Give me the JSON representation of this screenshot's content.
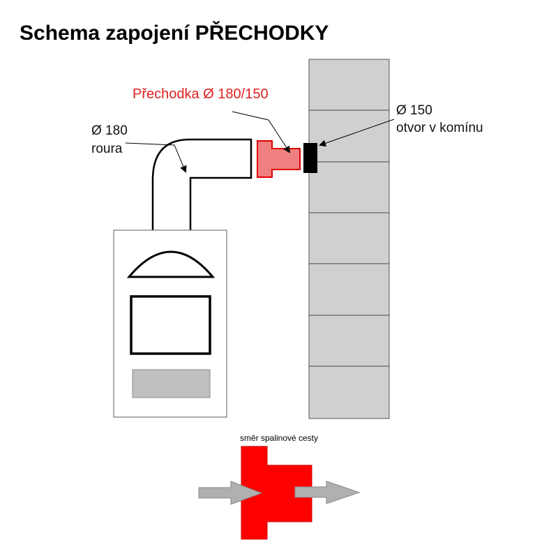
{
  "title": "Schema zapojení PŘECHODKY",
  "labels": {
    "adapter": "Přechodka Ø 180/150",
    "pipe_diameter": "Ø 180",
    "pipe_name": "roura",
    "opening_diameter": "Ø 150",
    "opening_name": "otvor v komínu",
    "flow_direction": "směr spalinové cesty"
  },
  "colors": {
    "adapter_fill": "#f08080",
    "adapter_stroke": "#e00000",
    "adapter_label": "#e02020",
    "chimney": "#d0d0d0",
    "flow_red": "#ff0000",
    "arrow_gray": "#b0b0b0"
  }
}
